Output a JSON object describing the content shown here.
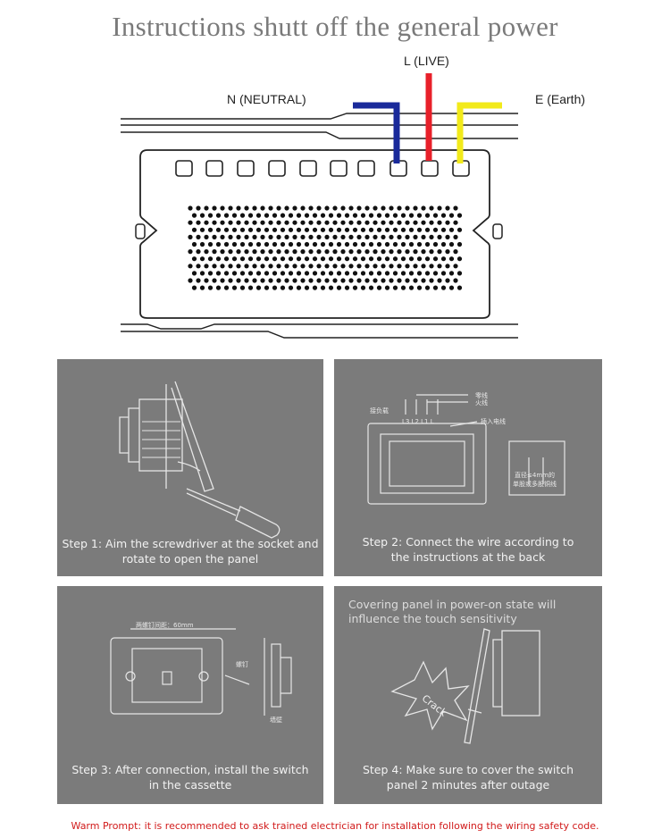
{
  "title": "Instructions shutt off the general power",
  "wires": {
    "live": {
      "label": "L (LIVE)",
      "color": "#e8202a"
    },
    "neutral": {
      "label": "N (NEUTRAL)",
      "color": "#1a2a9a"
    },
    "earth": {
      "label": "E (Earth)",
      "color": "#f2ea1a"
    }
  },
  "steps": [
    {
      "line1": "Step 1: Aim the screwdriver at the socket and",
      "line2": "rotate to open the panel"
    },
    {
      "line1": "Step 2: Connect the wire according to",
      "line2": "the instructions at the back"
    },
    {
      "line1": "Step 3: After connection, install the switch",
      "line2": "in the cassette"
    },
    {
      "line1": "Step 4: Make sure to cover the switch",
      "line2": "panel 2 minutes after outage"
    }
  ],
  "step2_labels": {
    "terminal_a": "零线",
    "terminal_b": "火线",
    "load": "接负载",
    "insert": "插入电线",
    "spec": "直径≤4mm的",
    "spec2": "单股或多股铜线",
    "codes": "L3 L2 L1 L"
  },
  "step3_labels": {
    "dimension": "两螺钉间距：60mm",
    "screw": "螺钉",
    "wall": "墙壁"
  },
  "step4_note": {
    "line1": "Covering panel in power-on state will",
    "line2": "influence the touch sensitivity",
    "burst": "Crack"
  },
  "warning": "Warm Prompt: it is recommended to ask trained electrician for installation following the wiring safety code.",
  "colors": {
    "panel_bg": "#7b7b7b",
    "warning": "#d11a1a",
    "title": "#7a7a7a"
  }
}
